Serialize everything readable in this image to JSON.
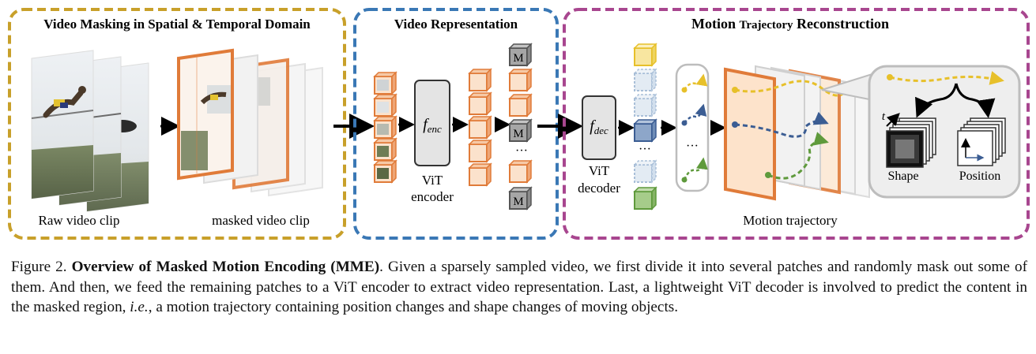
{
  "panels": {
    "masking": {
      "title": "Video Masking in Spatial & Temporal Domain",
      "raw_label": "Raw video clip",
      "masked_label": "masked video clip",
      "color": "#c8a02a"
    },
    "representation": {
      "title": "Video Representation",
      "encoder_symbol": "f",
      "encoder_sub": "enc",
      "encoder_label_line1": "ViT",
      "encoder_label_line2": "encoder",
      "mask_token": "M",
      "ellipsis": "···",
      "color": "#3a78b5"
    },
    "reconstruction": {
      "title_part1": "Motion",
      "title_part2": "Trajectory",
      "title_part3": "Reconstruction",
      "decoder_symbol": "f",
      "decoder_sub": "dec",
      "decoder_label_line1": "ViT",
      "decoder_label_line2": "decoder",
      "ellipsis": "···",
      "trajectory_label": "Motion trajectory",
      "shape_label": "Shape",
      "position_label": "Position",
      "time_label": "t",
      "color": "#a8468f"
    }
  },
  "colors": {
    "orange_patch": "#e07b39",
    "orange_fill": "#fbe2cc",
    "gray_token": "#8e8e8e",
    "yellow": "#e7c02a",
    "blue": "#3b5d93",
    "green": "#5f9a3c",
    "light_blue": "#b8cbe0"
  },
  "caption": {
    "figure_label": "Figure 2.",
    "bold_title": "Overview of Masked Motion Encoding (MME)",
    "text1": ". Given a sparsely sampled video, we first divide it into several patches and randomly mask out some of them.  And then, we feed the remaining patches to a ViT encoder to extract video representation.  Last, a lightweight ViT decoder is involved to predict the content in the masked region, ",
    "ie": "i.e.",
    "text2": ", a motion trajectory containing position changes and shape changes of moving objects."
  }
}
